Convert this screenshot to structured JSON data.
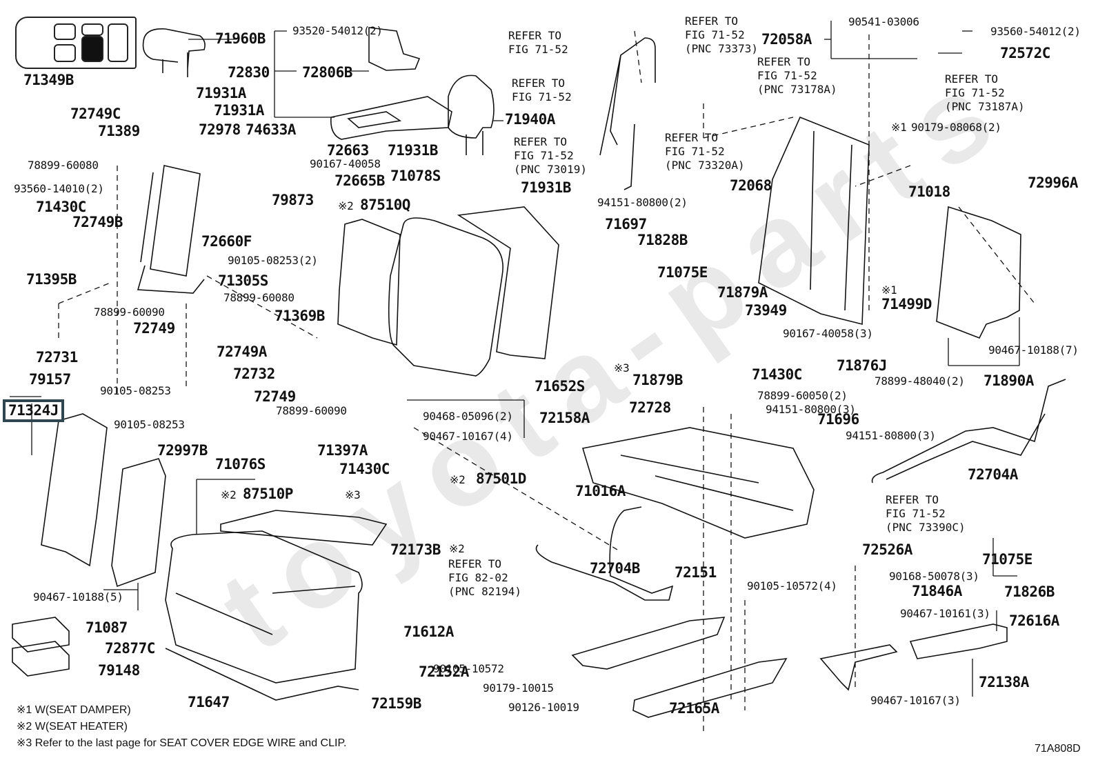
{
  "diagram": {
    "figure_id": "71A808D",
    "watermark": "toyota-parts",
    "legend_icon": {
      "name": "seat-position-indicator",
      "highlighted_position": "row2-right"
    },
    "highlighted_part": "71324J",
    "footnotes": [
      "※1 W(SEAT DAMPER)",
      "※2 W(SEAT HEATER)",
      "※3  Refer to the last page for SEAT COVER EDGE WIRE and CLIP."
    ],
    "labels": {
      "p71960B": "71960B",
      "p71349B": "71349B",
      "p72749C": "72749C",
      "p71389": "71389",
      "p78899_60080a": "78899-60080",
      "p93560_14010": "93560-14010(2)",
      "p71430Ca": "71430C",
      "p72749B": "72749B",
      "p71395B": "71395B",
      "p78899_60090a": "78899-60090",
      "p72749a": "72749",
      "p72731": "72731",
      "p90105_08253a": "90105-08253",
      "p79157": "79157",
      "p71324J": "71324J",
      "p71931Aa": "71931A",
      "p71931Ab": "71931A",
      "p72978": "72978",
      "p74633A": "74633A",
      "p72663": "72663",
      "p90167_40058a": "90167-40058",
      "p72665B": "72665B",
      "p79873": "79873",
      "p72660F": "72660F",
      "p90105_08253_2": "90105-08253(2)",
      "p71305S": "71305S",
      "p78899_60080b": "78899-60080",
      "p71369B": "71369B",
      "p72749A": "72749A",
      "p72732": "72732",
      "p72749b": "72749",
      "p78899_60090b": "78899-60090",
      "p90105_08253b": "90105-08253",
      "p72997B": "72997B",
      "p71397A": "71397A",
      "p71430Cb": "71430C",
      "p71076S": "71076S",
      "p87510P": "87510P",
      "p87510P_mark": "※2",
      "p_mark3a": "※3",
      "p90467_10188_5": "90467-10188(5)",
      "p71087": "71087",
      "p72877C": "72877C",
      "p79148": "79148",
      "p71647": "71647",
      "p71612A": "71612A",
      "p72173B": "72173B",
      "p72152A": "72152A",
      "p72159B": "72159B",
      "p90105_10572": "90105-10572",
      "p90179_10015": "90179-10015",
      "p90126_10019": "90126-10019",
      "p72165A": "72165A",
      "p72151": "72151",
      "p72704B": "72704B",
      "p87501D": "87501D",
      "p87501D_mark": "※2",
      "p_mark2_ref": "※2",
      "p90468_05096": "90468-05096(2)",
      "p90467_10167_4": "90467-10167(4)",
      "p72158A": "72158A",
      "p93520_54012": "93520-54012(2)",
      "p72830": "72830",
      "p72806B": "72806B",
      "p71940A": "71940A",
      "p71931Ba": "71931B",
      "p71931Bb": "71931B",
      "p71078S": "71078S",
      "p87510Q": "87510Q",
      "p87510Q_mark": "※2",
      "p71697": "71697",
      "p71652S": "71652S",
      "p_mark3b": "※3",
      "p71828B": "71828B",
      "p71075Ea": "71075E",
      "p71879A": "71879A",
      "p73949": "73949",
      "p71879B": "71879B",
      "p72068": "72068",
      "p94151_80800_2": "94151-80800(2)",
      "p72058A": "72058A",
      "p90541_03006": "90541-03006",
      "p93560_54012": "93560-54012(2)",
      "p72572C": "72572C",
      "p90179_08068": "90179-08068(2)",
      "p90179_mark": "※1",
      "p71018": "71018",
      "p72996A": "72996A",
      "p71499D": "71499D",
      "p71499D_mark": "※1",
      "p90167_40058_3": "90167-40058(3)",
      "p71430Cc": "71430C",
      "p71876J": "71876J",
      "p78899_48040": "78899-48040(2)",
      "p90467_10188_7": "90467-10188(7)",
      "p71890A": "71890A",
      "p78899_60050": "78899-60050(2)",
      "p94151_80800_3a": "94151-80800(3)",
      "p72728": "72728",
      "p71696": "71696",
      "p94151_80800_3b": "94151-80800(3)",
      "p71016A": "71016A",
      "p72704A": "72704A",
      "p72526A": "72526A",
      "p90168_50078": "90168-50078(3)",
      "p90105_10572_4": "90105-10572(4)",
      "p71846A": "71846A",
      "p71075Eb": "71075E",
      "p71826B": "71826B",
      "p90467_10161": "90467-10161(3)",
      "p72616A": "72616A",
      "p72138A": "72138A",
      "p90467_10167_3": "90467-10167(3)"
    },
    "references": {
      "r1": "REFER TO\nFIG 71-52",
      "r2": "REFER TO\nFIG 71-52",
      "r3": "REFER TO\nFIG 71-52\n(PNC 73019)",
      "r4": "REFER TO\nFIG 71-52\n(PNC 73320A)",
      "r5": "REFER TO\nFIG 71-52\n(PNC 73373)",
      "r6": "REFER TO\nFIG 71-52\n(PNC 73178A)",
      "r7": "REFER TO\nFIG 71-52\n(PNC 73187A)",
      "r8": "REFER TO\nFIG 71-52\n(PNC 73390C)",
      "r9": "REFER TO\nFIG 82-02\n(PNC 82194)"
    }
  }
}
